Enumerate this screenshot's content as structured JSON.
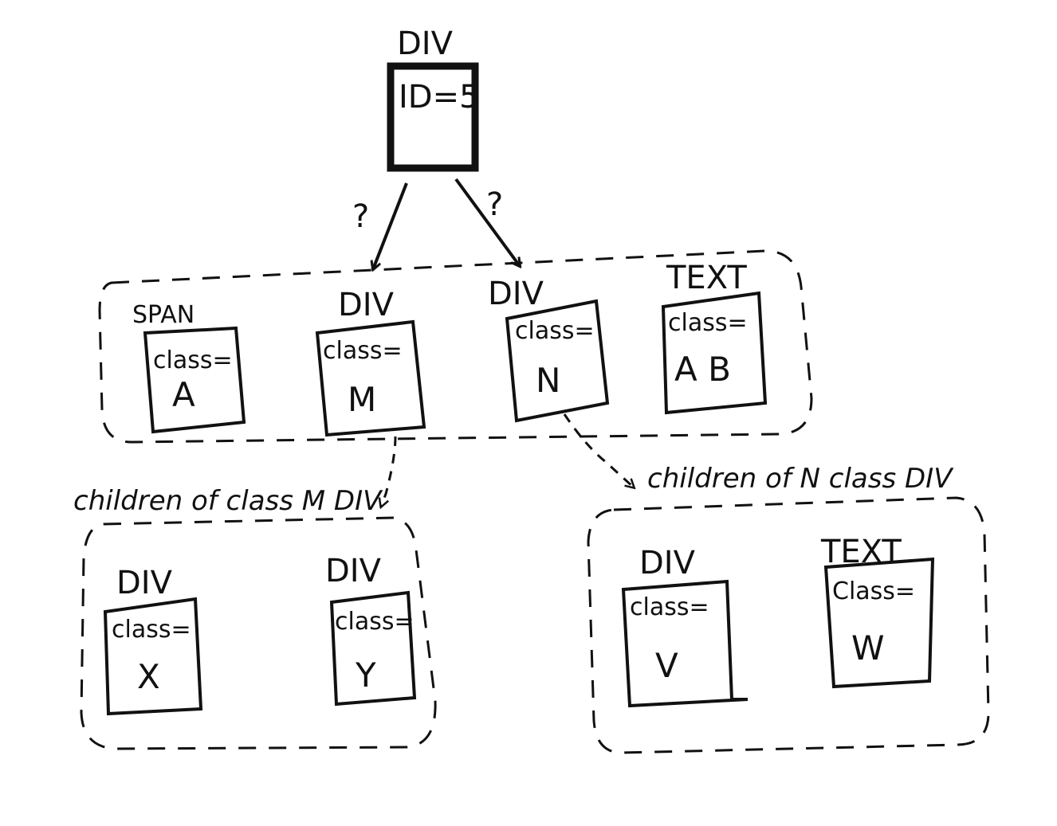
{
  "root": {
    "type": "DIV",
    "attr": "ID=5"
  },
  "edge_marks": [
    "?",
    "?"
  ],
  "siblings": [
    {
      "type": "SPAN",
      "attr": "class=",
      "value": "A"
    },
    {
      "type": "DIV",
      "attr": "class=",
      "value": "M"
    },
    {
      "type": "DIV",
      "attr": "class=",
      "value": "N"
    },
    {
      "type": "TEXT",
      "attr": "class=",
      "value": "A B"
    }
  ],
  "groups": {
    "m_children": {
      "caption": "children of class M DIV",
      "nodes": [
        {
          "type": "DIV",
          "attr": "class=",
          "value": "X"
        },
        {
          "type": "DIV",
          "attr": "class=",
          "value": "Y"
        }
      ]
    },
    "n_children": {
      "caption": "children of N class DIV",
      "nodes": [
        {
          "type": "DIV",
          "attr": "class=",
          "value": "V"
        },
        {
          "type": "TEXT",
          "attr": "Class=",
          "value": "W"
        }
      ]
    }
  },
  "colors": {
    "ink": "#111111",
    "background": "#ffffff"
  }
}
